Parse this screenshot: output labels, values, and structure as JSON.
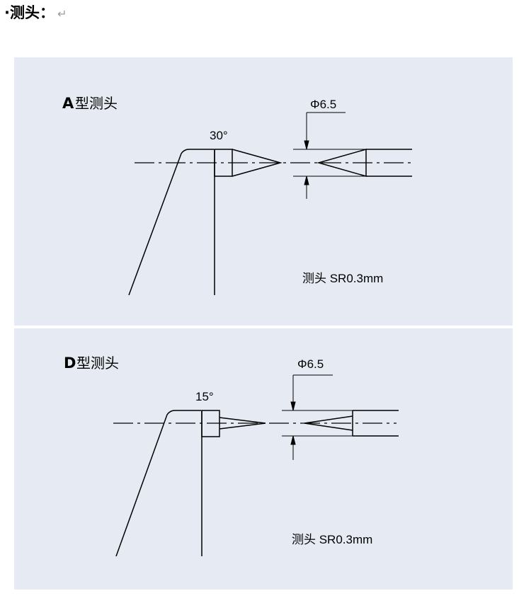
{
  "heading": {
    "bullet": "·",
    "text": "测头：",
    "return_mark": "↵"
  },
  "panels": [
    {
      "title_letter": "A",
      "title_suffix": "型测头",
      "angle": "30°",
      "diameter": "Φ6.5",
      "note": "测头 SR0.3mm"
    },
    {
      "title_letter": "D",
      "title_suffix": "型测头",
      "angle": "15°",
      "diameter": "Φ6.5",
      "note": "测头 SR0.3mm"
    }
  ],
  "colors": {
    "panel_background": "#e6ebf3",
    "line": "#000000",
    "return_mark": "#9a9a9a"
  }
}
